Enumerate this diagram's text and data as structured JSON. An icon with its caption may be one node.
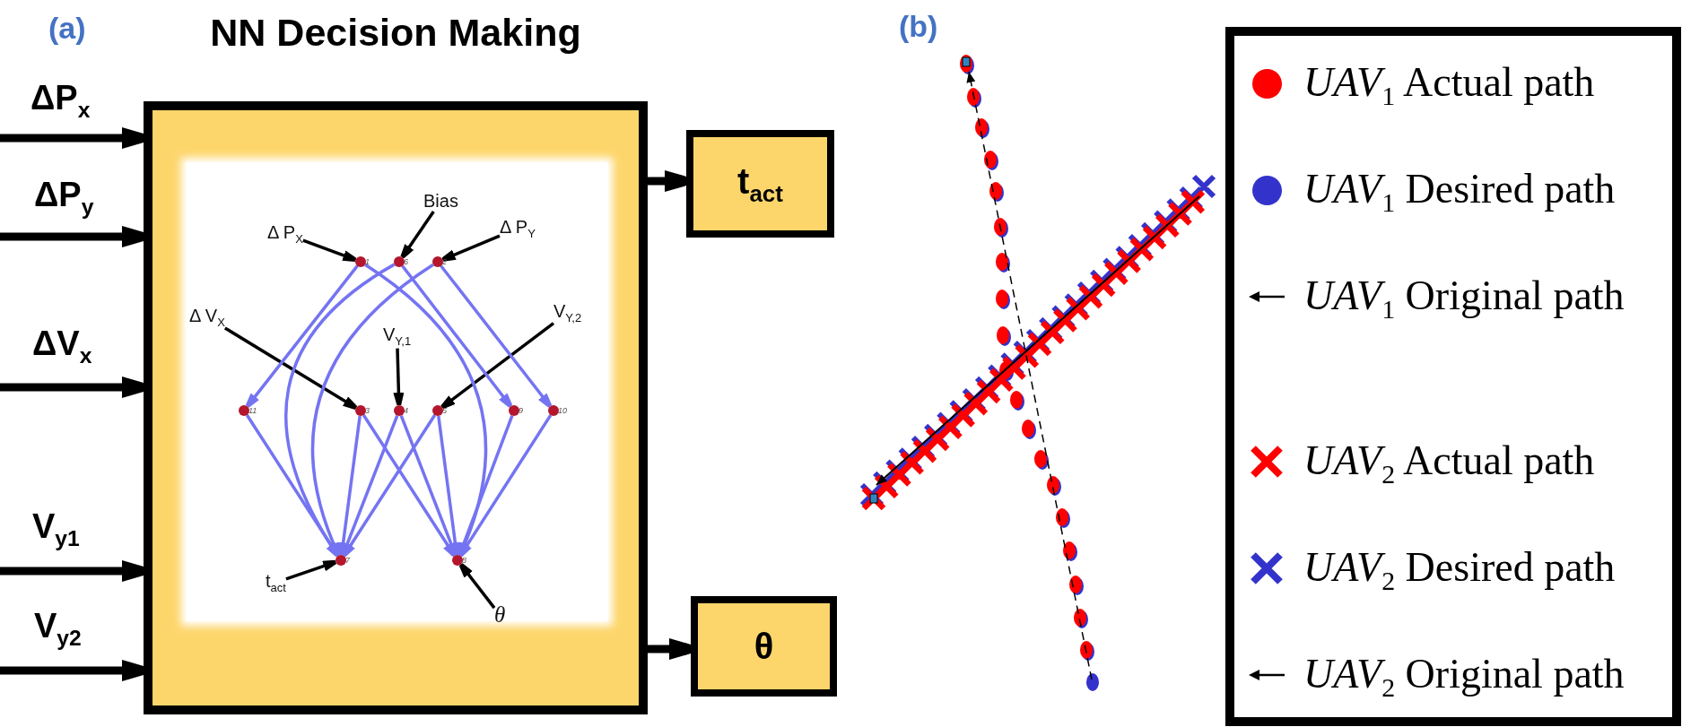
{
  "diagram": {
    "nodes": [
      {
        "text": [
          "NN Decision Making"
        ]
      },
      {
        "text": [
          "Δ P$_{X}$"
        ],
        "in": 0
      },
      {
        "text": [
          "Bias"
        ],
        "in": 0
      },
      {
        "text": [
          "Δ P$_{Y}$"
        ],
        "in": 0
      },
      {
        "text": [],
        "shape": "circle",
        "in": 0,
        "beside": [
          "1"
        ]
      },
      {
        "text": [],
        "shape": "circle",
        "in": 0,
        "beside": [
          "6"
        ]
      },
      {
        "text": [],
        "shape": "circle",
        "in": 0,
        "beside": [
          "2"
        ]
      },
      {
        "text": [
          "Δ V$_{X}$"
        ],
        "in": 0
      },
      {
        "text": [
          "V$_{Y,1}$"
        ],
        "in": 0
      },
      {
        "text": [
          "V$_{Y,2}$"
        ],
        "in": 0
      },
      {
        "text": [],
        "shape": "circle",
        "in": 0,
        "beside": [
          "11"
        ]
      },
      {
        "text": [],
        "shape": "circle",
        "in": 0,
        "beside": [
          "3"
        ]
      },
      {
        "text": [],
        "shape": "circle",
        "in": 0,
        "beside": [
          "4"
        ]
      },
      {
        "text": [],
        "shape": "circle",
        "in": 0,
        "beside": [
          "5"
        ]
      },
      {
        "text": [],
        "shape": "circle",
        "in": 0,
        "beside": [
          "9"
        ]
      },
      {
        "text": [],
        "shape": "circle",
        "in": 0,
        "beside": [
          "10"
        ]
      },
      {
        "text": [],
        "shape": "circle",
        "in": 0,
        "beside": [
          "7"
        ]
      },
      {
        "text": [],
        "shape": "circle",
        "in": 0,
        "beside": [
          "8"
        ]
      },
      {
        "text": [
          "t$_{act}$"
        ],
        "in": 0
      },
      {
        "text": [
          "θ"
        ],
        "in": 0
      },
      {
        "text": [
          "t$_{act}$"
        ]
      },
      {
        "text": [
          "θ"
        ]
      }
    ],
    "edges": [
      {
        "from": null,
        "to": 0,
        "arrow": "to",
        "label": "ΔP$_{x}$",
        "style": "thick"
      },
      {
        "from": null,
        "to": 0,
        "arrow": "to",
        "label": "ΔP$_{y}$",
        "style": "thick"
      },
      {
        "from": null,
        "to": 0,
        "arrow": "to",
        "label": "ΔV$_{x}$",
        "style": "thick"
      },
      {
        "from": null,
        "to": 0,
        "arrow": "to",
        "label": "V$_{y1}$",
        "style": "thick"
      },
      {
        "from": null,
        "to": 0,
        "arrow": "to",
        "label": "V$_{y2}$",
        "style": "thick"
      },
      {
        "from": 0,
        "to": 20,
        "arrow": "to",
        "style": "thick"
      },
      {
        "from": 0,
        "to": 21,
        "arrow": "to",
        "style": "thick"
      },
      {
        "from": 1,
        "to": 4,
        "arrow": "to"
      },
      {
        "from": 2,
        "to": 5,
        "arrow": "to"
      },
      {
        "from": 3,
        "to": 6,
        "arrow": "to"
      },
      {
        "from": 7,
        "to": 11,
        "arrow": "to"
      },
      {
        "from": 8,
        "to": 12,
        "arrow": "to"
      },
      {
        "from": 9,
        "to": 13,
        "arrow": "to"
      },
      {
        "from": 18,
        "to": 16,
        "arrow": "to"
      },
      {
        "from": 19,
        "to": 17,
        "arrow": "to"
      },
      {
        "from": 4,
        "to": 10,
        "arrow": "to",
        "color": "#7474f2"
      },
      {
        "from": 5,
        "to": 16,
        "arrow": "to",
        "color": "#7474f2"
      },
      {
        "from": 6,
        "to": 16,
        "arrow": "to",
        "color": "#7474f2"
      },
      {
        "from": 5,
        "to": 14,
        "arrow": "to",
        "color": "#7474f2"
      },
      {
        "from": 6,
        "to": 15,
        "arrow": "to",
        "color": "#7474f2"
      },
      {
        "from": 4,
        "to": 17,
        "arrow": "to",
        "color": "#7474f2"
      },
      {
        "from": 10,
        "to": 16,
        "arrow": "to",
        "color": "#7474f2"
      },
      {
        "from": 11,
        "to": 16,
        "arrow": "to",
        "color": "#7474f2"
      },
      {
        "from": 11,
        "to": 17,
        "arrow": "to",
        "color": "#7474f2"
      },
      {
        "from": 12,
        "to": 16,
        "arrow": "to",
        "color": "#7474f2"
      },
      {
        "from": 12,
        "to": 17,
        "arrow": "to",
        "color": "#7474f2"
      },
      {
        "from": 13,
        "to": 16,
        "arrow": "to",
        "color": "#7474f2"
      },
      {
        "from": 13,
        "to": 17,
        "arrow": "to",
        "color": "#7474f2"
      },
      {
        "from": 14,
        "to": 17,
        "arrow": "to",
        "color": "#7474f2"
      },
      {
        "from": 15,
        "to": 17,
        "arrow": "to",
        "color": "#7474f2"
      }
    ],
    "labels": [
      "(a)",
      "(b)"
    ],
    "legend": [
      {
        "text": "*UAV*$_{1}$ Actual path",
        "color": "#ff0000"
      },
      {
        "text": "*UAV*$_{1}$ Desired path",
        "color": "#3333cc"
      },
      {
        "text": "*UAV*$_{1}$ Original path"
      },
      {
        "text": "*UAV*$_{2}$ Actual path",
        "color": "#ff0000"
      },
      {
        "text": "*UAV*$_{2}$ Desired path",
        "color": "#3333cc"
      },
      {
        "text": "*UAV*$_{2}$ Original path"
      }
    ]
  }
}
